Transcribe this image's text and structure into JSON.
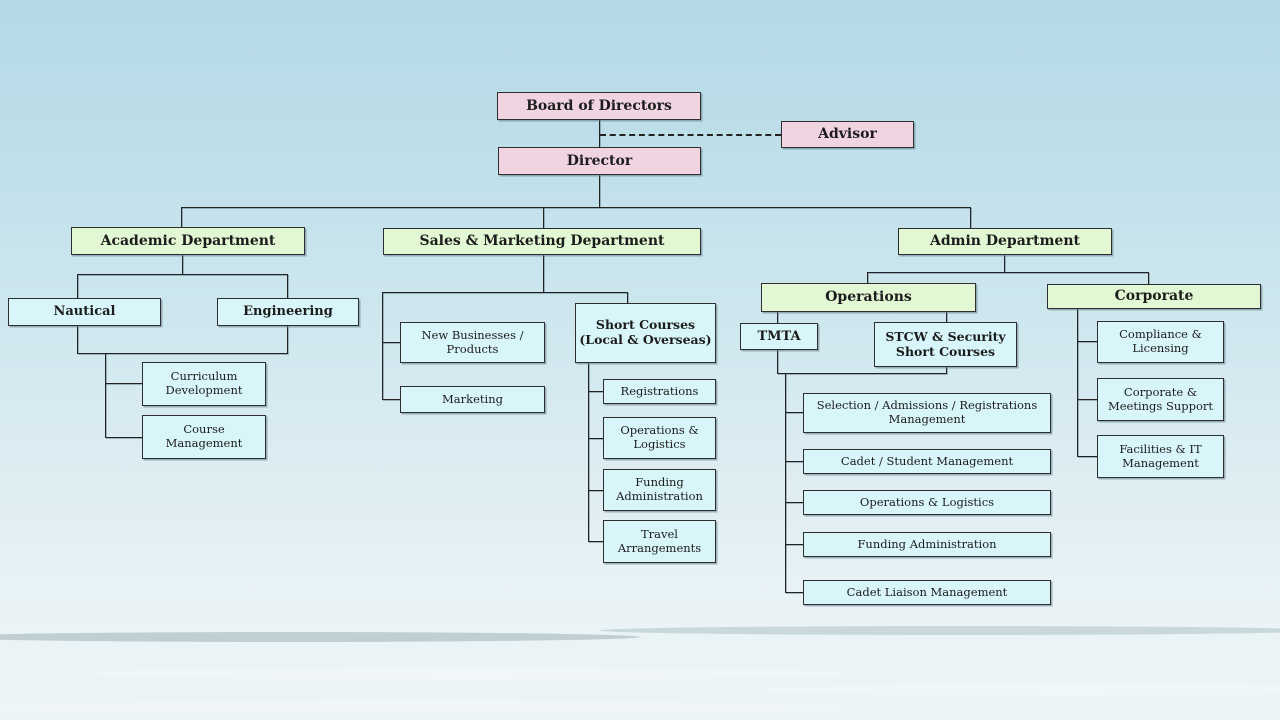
{
  "palette": {
    "executive_fill": "#f0d4e1",
    "department_fill": "#e2f7d3",
    "unit_fill": "#d8f5fa",
    "line": "#222222",
    "sky_top": "#b4d9e6",
    "sea_band": "#a9c3c9"
  },
  "nodes": {
    "board": {
      "label": "Board of Directors"
    },
    "advisor": {
      "label": "Advisor"
    },
    "director": {
      "label": "Director"
    },
    "academic": {
      "label": "Academic Department"
    },
    "sales": {
      "label": "Sales & Marketing Department"
    },
    "admin": {
      "label": "Admin Department"
    },
    "nautical": {
      "label": "Nautical"
    },
    "engineering": {
      "label": "Engineering"
    },
    "curriculum": {
      "label": "Curriculum Development"
    },
    "course_mgmt": {
      "label": "Course Management"
    },
    "new_businesses": {
      "label": "New Businesses / Products"
    },
    "marketing": {
      "label": "Marketing"
    },
    "short_courses": {
      "label": "Short Courses (Local & Overseas)"
    },
    "registrations": {
      "label": "Registrations"
    },
    "sc_ops_logistics": {
      "label": "Operations & Logistics"
    },
    "sc_funding": {
      "label": "Funding Administration"
    },
    "travel": {
      "label": "Travel Arrangements"
    },
    "operations": {
      "label": "Operations"
    },
    "corporate": {
      "label": "Corporate"
    },
    "tmta": {
      "label": "TMTA"
    },
    "stcw": {
      "label": "STCW & Security Short Courses"
    },
    "selection": {
      "label": "Selection / Admissions / Registrations Management"
    },
    "cadet_student": {
      "label": "Cadet / Student Management"
    },
    "ops_logistics": {
      "label": "Operations & Logistics"
    },
    "funding": {
      "label": "Funding Administration"
    },
    "cadet_liaison": {
      "label": "Cadet Liaison Management"
    },
    "compliance": {
      "label": "Compliance & Licensing"
    },
    "corp_meetings": {
      "label": "Corporate & Meetings Support"
    },
    "facilities": {
      "label": "Facilities & IT Management"
    }
  }
}
